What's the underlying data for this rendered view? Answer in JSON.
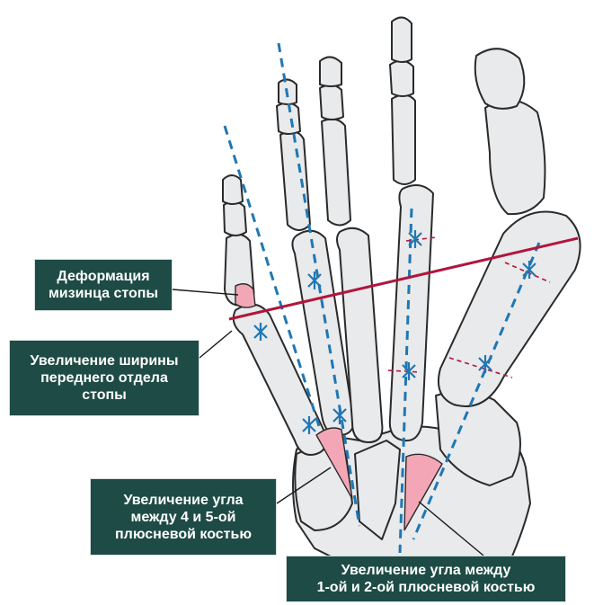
{
  "colors": {
    "label_bg": "#1e4b45",
    "label_text": "#ffffff",
    "axis_line": "#1f77b4",
    "width_line": "#b0163c",
    "angle_fill": "#f3a7b6",
    "bone_fill": "#e8eaec"
  },
  "labels": {
    "little_toe_deformity": {
      "line1": "Деформация",
      "line2": "мизинца стопы"
    },
    "forefoot_width": {
      "line1": "Увеличение ширины",
      "line2": "переднего отдела",
      "line3": "стопы"
    },
    "angle_4_5": {
      "line1": "Увеличение угла",
      "line2": "между 4 и 5-ой",
      "line3": "плюсневой костью"
    },
    "angle_1_2": {
      "line1": "Увеличение угла между",
      "line2": "1-ой и 2-ой плюсневой костью"
    }
  }
}
